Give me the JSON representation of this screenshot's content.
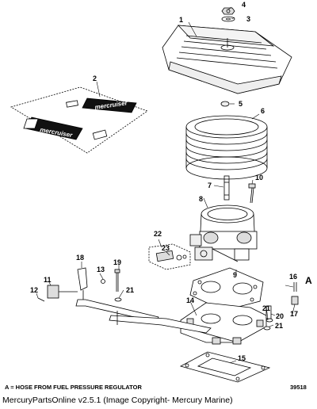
{
  "callouts": [
    "1",
    "2",
    "3",
    "4",
    "5",
    "6",
    "7",
    "8",
    "9",
    "10",
    "11",
    "12",
    "13",
    "14",
    "15",
    "16",
    "17",
    "18",
    "19",
    "20",
    "21",
    "21",
    "21",
    "22",
    "23"
  ],
  "label_a": "A",
  "footnote": "A = HOSE FROM FUEL PRESSURE REGULATOR",
  "figure_id": "39518",
  "copyright": "MercuryPartsOnline v2.5.1 (Image Copyright- Mercury Marine)",
  "decal_text": "mercruiser"
}
